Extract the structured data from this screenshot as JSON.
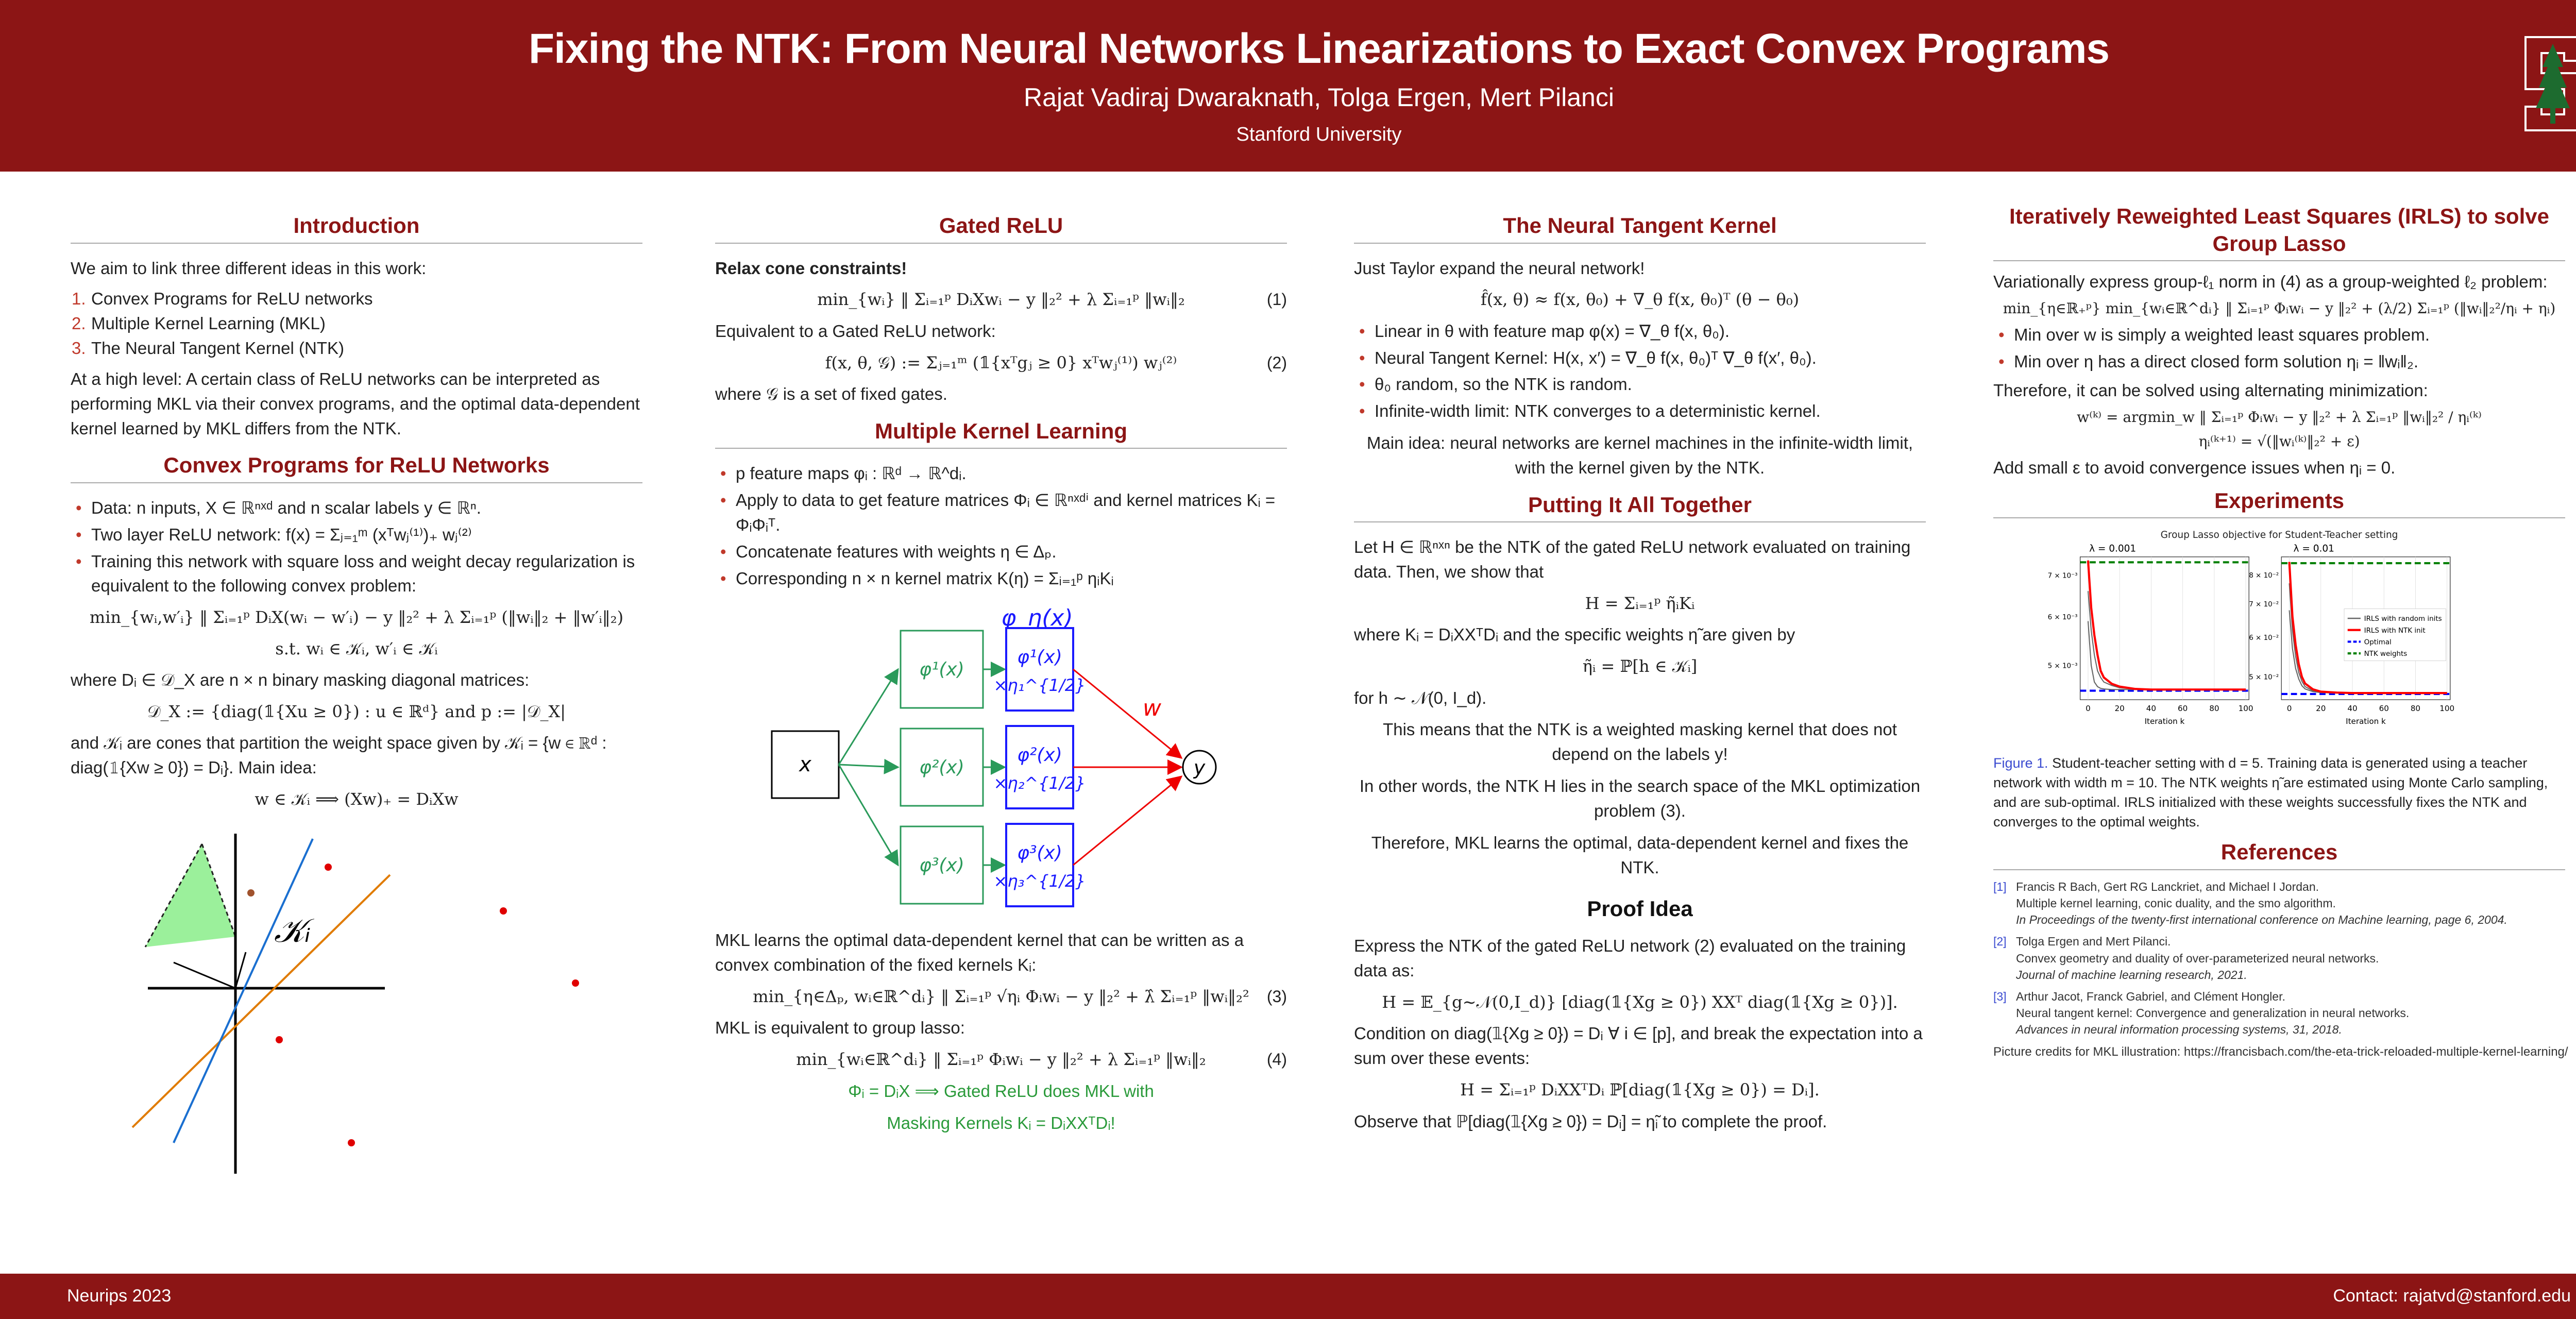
{
  "header": {
    "title": "Fixing the NTK: From Neural Networks Linearizations to Exact Convex Programs",
    "authors": "Rajat Vadiraj Dwaraknath, Tolga Ergen, Mert Pilanci",
    "affiliation": "Stanford University"
  },
  "footer": {
    "left": "Neurips 2023",
    "right": "Contact: rajatvd@stanford.edu"
  },
  "colors": {
    "brand": "#8c1515",
    "accent_red": "#c0392b",
    "green": "#2a9a3a",
    "blue": "#1a1aff"
  },
  "columns": [
    [
      {
        "type": "h",
        "text": "Introduction"
      },
      {
        "type": "p",
        "text": "We aim to link three different ideas in this work:"
      },
      {
        "type": "ol",
        "items": [
          "Convex Programs for ReLU networks",
          "Multiple Kernel Learning (MKL)",
          "The Neural Tangent Kernel (NTK)"
        ]
      },
      {
        "type": "p",
        "text": "At a high level: A certain class of ReLU networks can be interpreted as performing MKL via their convex programs, and the optimal data-dependent kernel learned by MKL differs from the NTK."
      },
      {
        "type": "h",
        "text": "Convex Programs for ReLU Networks"
      },
      {
        "type": "ul",
        "items": [
          "Data: n inputs, X ∈ ℝⁿˣᵈ and n scalar labels y ∈ ℝⁿ.",
          "Two layer ReLU network: f(x) = Σⱼ₌₁ᵐ (xᵀwⱼ⁽¹⁾)₊ wⱼ⁽²⁾",
          "Training this network with square loss and weight decay regularization is equivalent to the following convex problem:"
        ]
      },
      {
        "type": "eq",
        "text": "min_{wᵢ,w′ᵢ} ‖ Σᵢ₌₁ᵖ DᵢX(wᵢ − w′ᵢ) − y ‖₂² + λ Σᵢ₌₁ᵖ (‖wᵢ‖₂ + ‖w′ᵢ‖₂)"
      },
      {
        "type": "eq",
        "text": "s.t.  wᵢ ∈ 𝒦ᵢ,  w′ᵢ ∈ 𝒦ᵢ"
      },
      {
        "type": "p",
        "text": "where Dᵢ ∈ 𝒟_X are n × n binary masking diagonal matrices:"
      },
      {
        "type": "eq",
        "text": "𝒟_X := {diag(𝟙{Xu ≥ 0}) : u ∈ ℝᵈ}  and  p := |𝒟_X|"
      },
      {
        "type": "p",
        "text": "and 𝒦ᵢ are cones that partition the weight space given by 𝒦ᵢ = {w ∈ ℝᵈ : diag(𝟙{Xw ≥ 0}) = Dᵢ}. Main idea:"
      },
      {
        "type": "eq",
        "text": "w ∈ 𝒦ᵢ ⟹ (Xw)₊ = DᵢXw"
      },
      {
        "type": "slot",
        "id": "cone-fig"
      }
    ],
    [
      {
        "type": "h",
        "text": "Gated ReLU"
      },
      {
        "type": "p",
        "bold": true,
        "text": "Relax cone constraints!"
      },
      {
        "type": "eq",
        "text": "min_{wᵢ} ‖ Σᵢ₌₁ᵖ DᵢXwᵢ − y ‖₂² + λ Σᵢ₌₁ᵖ ‖wᵢ‖₂",
        "num": "(1)"
      },
      {
        "type": "p",
        "text": "Equivalent to a Gated ReLU network:"
      },
      {
        "type": "eq",
        "text": "f(x, θ, 𝒢) := Σⱼ₌₁ᵐ (𝟙{xᵀgⱼ ≥ 0} xᵀwⱼ⁽¹⁾) wⱼ⁽²⁾",
        "num": "(2)"
      },
      {
        "type": "p",
        "text": "where 𝒢 is a set of fixed gates."
      },
      {
        "type": "h",
        "text": "Multiple Kernel Learning"
      },
      {
        "type": "ul",
        "items": [
          "p feature maps φᵢ : ℝᵈ → ℝ^dᵢ.",
          "Apply to data to get feature matrices Φᵢ ∈ ℝⁿˣᵈⁱ and kernel matrices Kᵢ = ΦᵢΦᵢᵀ.",
          "Concatenate features with weights η ∈ Δₚ.",
          "Corresponding n × n kernel matrix K(η) = Σᵢ₌₁ᵖ ηᵢKᵢ"
        ]
      },
      {
        "type": "slot",
        "id": "mkl-fig"
      },
      {
        "type": "p",
        "text": "MKL learns the optimal data-dependent kernel that can be written as a convex combination of the fixed kernels Kᵢ:"
      },
      {
        "type": "eq",
        "text": "min_{η∈Δₚ, wᵢ∈ℝ^dᵢ} ‖ Σᵢ₌₁ᵖ √ηᵢ Φᵢwᵢ − y ‖₂² + λ̂ Σᵢ₌₁ᵖ ‖wᵢ‖₂²",
        "num": "(3)"
      },
      {
        "type": "p",
        "text": "MKL is equivalent to group lasso:"
      },
      {
        "type": "eq",
        "text": "min_{wᵢ∈ℝ^dᵢ} ‖ Σᵢ₌₁ᵖ Φᵢwᵢ − y ‖₂² + λ Σᵢ₌₁ᵖ ‖wᵢ‖₂",
        "num": "(4)"
      },
      {
        "type": "c",
        "green": true,
        "text": "Φᵢ = DᵢX ⟹ Gated ReLU does MKL with"
      },
      {
        "type": "c",
        "green": true,
        "text": "Masking Kernels Kᵢ = DᵢXXᵀDᵢ!"
      }
    ],
    [
      {
        "type": "h",
        "text": "The Neural Tangent Kernel"
      },
      {
        "type": "p",
        "text": "Just Taylor expand the neural network!"
      },
      {
        "type": "eq",
        "text": "f̂(x, θ) ≈ f(x, θ₀) + ∇_θ f(x, θ₀)ᵀ (θ − θ₀)"
      },
      {
        "type": "ul",
        "items": [
          "Linear in θ with feature map φ(x) = ∇_θ f(x, θ₀).",
          "Neural Tangent Kernel: H(x, x′) = ∇_θ f(x, θ₀)ᵀ ∇_θ f(x′, θ₀).",
          "θ₀ random, so the NTK is random.",
          "Infinite-width limit: NTK converges to a deterministic kernel."
        ]
      },
      {
        "type": "c",
        "text": "Main idea: neural networks are kernel machines in the infinite-width limit, with the kernel given by the NTK."
      },
      {
        "type": "h",
        "text": "Putting It All Together"
      },
      {
        "type": "p",
        "text": "Let H ∈ ℝⁿˣⁿ be the NTK of the gated ReLU network evaluated on training data. Then, we show that"
      },
      {
        "type": "eq",
        "text": "H = Σᵢ₌₁ᵖ η̃ᵢKᵢ"
      },
      {
        "type": "p",
        "text": "where Kᵢ = DᵢXXᵀDᵢ and the specific weights η̃ are given by"
      },
      {
        "type": "eq",
        "text": "η̃ᵢ = ℙ[h ∈ 𝒦ᵢ]"
      },
      {
        "type": "p",
        "text": "for h ∼ 𝒩(0, I_d)."
      },
      {
        "type": "c",
        "text": "This means that the NTK is a weighted masking kernel that does not depend on the labels y!"
      },
      {
        "type": "c",
        "text": "In other words, the NTK H lies in the search space of the MKL optimization problem (3)."
      },
      {
        "type": "c",
        "text": "Therefore, MKL learns the optimal, data-dependent kernel and fixes the NTK."
      },
      {
        "type": "h2",
        "text": "Proof Idea"
      },
      {
        "type": "p",
        "text": "Express the NTK of the gated ReLU network (2) evaluated on the training data as:"
      },
      {
        "type": "eq",
        "text": "H = 𝔼_{g∼𝒩(0,I_d)} [diag(𝟙{Xg ≥ 0}) XXᵀ diag(𝟙{Xg ≥ 0})]."
      },
      {
        "type": "p",
        "text": "Condition on diag(𝟙{Xg ≥ 0}) = Dᵢ  ∀ i ∈ [p], and break the expectation into a sum over these events:"
      },
      {
        "type": "eq",
        "text": "H = Σᵢ₌₁ᵖ DᵢXXᵀDᵢ ℙ[diag(𝟙{Xg ≥ 0}) = Dᵢ]."
      },
      {
        "type": "p",
        "text": "Observe that ℙ[diag(𝟙{Xg ≥ 0}) = Dᵢ] = η̃ᵢ to complete the proof."
      }
    ],
    [
      {
        "type": "h",
        "text": "Iteratively Reweighted Least Squares (IRLS) to solve Group Lasso"
      },
      {
        "type": "p",
        "text": "Variationally express group-ℓ₁ norm in (4) as a group-weighted ℓ₂ problem:"
      },
      {
        "type": "eq",
        "text": "min_{η∈ℝ₊ᵖ} min_{wᵢ∈ℝ^dᵢ} ‖ Σᵢ₌₁ᵖ Φᵢwᵢ − y ‖₂² + (λ/2) Σᵢ₌₁ᵖ (‖wᵢ‖₂²/ηᵢ + ηᵢ)"
      },
      {
        "type": "ul",
        "items": [
          "Min over w is simply a weighted least squares problem.",
          "Min over η has a direct closed form solution ηᵢ = ‖wᵢ‖₂."
        ]
      },
      {
        "type": "p",
        "text": "Therefore, it can be solved using alternating minimization:"
      },
      {
        "type": "eq",
        "text": "w⁽ᵏ⁾ = argmin_w ‖ Σᵢ₌₁ᵖ Φᵢwᵢ − y ‖₂² + λ Σᵢ₌₁ᵖ ‖wᵢ‖₂² / ηᵢ⁽ᵏ⁾"
      },
      {
        "type": "eq",
        "text": "ηᵢ⁽ᵏ⁺¹⁾ = √(‖wᵢ⁽ᵏ⁾‖₂² + ε)"
      },
      {
        "type": "p",
        "text": "Add small ε to avoid convergence issues when ηᵢ = 0."
      },
      {
        "type": "h",
        "text": "Experiments"
      },
      {
        "type": "slot",
        "id": "chart-fig"
      },
      {
        "type": "cap",
        "label": "Figure 1.",
        "text": "Student-teacher setting with d = 5. Training data is generated using a teacher network with width m = 10. The NTK weights η̃ are estimated using Monte Carlo sampling, and are sub-optimal. IRLS initialized with these weights successfully fixes the NTK and converges to the optimal weights."
      },
      {
        "type": "h",
        "text": "References"
      },
      {
        "type": "ref",
        "num": "[1]",
        "authors": "Francis R Bach, Gert RG Lanckriet, and Michael I Jordan.",
        "title": "Multiple kernel learning, conic duality, and the smo algorithm.",
        "venue": "In Proceedings of the twenty-first international conference on Machine learning, page 6, 2004."
      },
      {
        "type": "ref",
        "num": "[2]",
        "authors": "Tolga Ergen and Mert Pilanci.",
        "title": "Convex geometry and duality of over-parameterized neural networks.",
        "venue": "Journal of machine learning research, 2021."
      },
      {
        "type": "ref",
        "num": "[3]",
        "authors": "Arthur Jacot, Franck Gabriel, and Clément Hongler.",
        "title": "Neural tangent kernel: Convergence and generalization in neural networks.",
        "venue": "Advances in neural information processing systems, 31, 2018."
      },
      {
        "type": "credit",
        "text": "Picture credits for MKL illustration: https://francisbach.com/the-eta-trick-reloaded-multiple-kernel-learning/"
      }
    ]
  ],
  "mkl_diagram": {
    "input": "x",
    "features": [
      "φ¹(x)",
      "φ²(x)",
      "φ³(x)"
    ],
    "weighted": [
      "φ¹(x)",
      "φ²(x)",
      "φ³(x)"
    ],
    "scales": [
      "×η₁^{1/2}",
      "×η₂^{1/2}",
      "×η₃^{1/2}"
    ],
    "concat_label": "φ_η(x)",
    "weight_label": "w",
    "output": "y"
  },
  "cone_diagram": {
    "label": "𝒦ᵢ"
  },
  "chart_data": {
    "type": "line",
    "title": "Group Lasso objective for Student-Teacher setting",
    "yscale": "log",
    "legend": {
      "placement": "right-middle",
      "entries": [
        "IRLS with random inits",
        "IRLS with NTK init",
        "Optimal",
        "NTK weights"
      ]
    },
    "x": [
      0,
      2,
      4,
      6,
      8,
      10,
      15,
      20,
      30,
      40,
      60,
      80,
      100
    ],
    "panels": [
      {
        "subtitle": "λ = 0.001",
        "xlabel": "Iteration k",
        "xticks": [
          "0",
          "20",
          "40",
          "60",
          "80",
          "100"
        ],
        "xlim": [
          -5,
          102
        ],
        "ylim": [
          0.0044,
          0.0075
        ],
        "yticks": [
          {
            "v": 0.005,
            "label": "5 × 10⁻³"
          },
          {
            "v": 0.006,
            "label": "6 × 10⁻³"
          },
          {
            "v": 0.007,
            "label": "7 × 10⁻³"
          }
        ],
        "ntk_weights": 0.00735,
        "optimal": 0.00455,
        "series": [
          {
            "name": "IRLS with random inits",
            "values": [
              0.0066,
              0.0057,
              0.0052,
              0.0049,
              0.00478,
              0.0047,
              0.00464,
              0.0046,
              0.00458,
              0.00457,
              0.00457,
              0.00457,
              0.00457
            ]
          },
          {
            "name": "IRLS with random inits",
            "values": [
              0.0059,
              0.005,
              0.0047,
              0.00462,
              0.00459,
              0.00458,
              0.00457,
              0.00457,
              0.00457,
              0.00457,
              0.00457,
              0.00457,
              0.00457
            ]
          },
          {
            "name": "IRLS with NTK init",
            "values": [
              0.0074,
              0.0062,
              0.0056,
              0.0052,
              0.0049,
              0.00478,
              0.00467,
              0.00462,
              0.00458,
              0.00457,
              0.00457,
              0.00457,
              0.00457
            ]
          }
        ]
      },
      {
        "subtitle": "λ = 0.01",
        "xlabel": "Iteration k",
        "xticks": [
          "0",
          "20",
          "40",
          "60",
          "80",
          "100"
        ],
        "xlim": [
          -5,
          102
        ],
        "ylim": [
          0.045,
          0.087
        ],
        "yticks": [
          {
            "v": 0.05,
            "label": "5 × 10⁻²"
          },
          {
            "v": 0.06,
            "label": "6 × 10⁻²"
          },
          {
            "v": 0.07,
            "label": "7 × 10⁻²"
          },
          {
            "v": 0.08,
            "label": "8 × 10⁻²"
          }
        ],
        "ntk_weights": 0.0845,
        "optimal": 0.0462,
        "series": [
          {
            "name": "IRLS with random inits",
            "values": [
              0.077,
              0.062,
              0.055,
              0.051,
              0.049,
              0.0478,
              0.0469,
              0.0466,
              0.0464,
              0.0464,
              0.0464,
              0.0464,
              0.0464
            ]
          },
          {
            "name": "IRLS with random inits",
            "values": [
              0.068,
              0.057,
              0.052,
              0.0495,
              0.048,
              0.0473,
              0.0467,
              0.0465,
              0.0464,
              0.0464,
              0.0464,
              0.0464,
              0.0464
            ]
          },
          {
            "name": "IRLS with NTK init",
            "values": [
              0.085,
              0.066,
              0.058,
              0.053,
              0.05,
              0.0485,
              0.0472,
              0.0467,
              0.0465,
              0.0464,
              0.0464,
              0.0464,
              0.0464
            ]
          }
        ]
      }
    ]
  }
}
